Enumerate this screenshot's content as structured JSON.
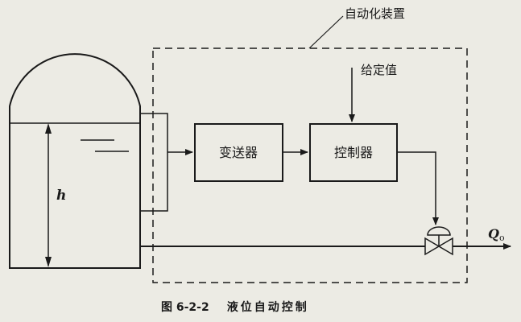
{
  "diagram": {
    "device_label": "自动化装置",
    "setpoint_label": "给定值",
    "transmitter_label": "变送器",
    "controller_label": "控制器",
    "level_label": "h",
    "outflow_label": "Q",
    "outflow_subscript": "o",
    "caption_number": "图 6-2-2",
    "caption_title": "液位自动控制"
  }
}
